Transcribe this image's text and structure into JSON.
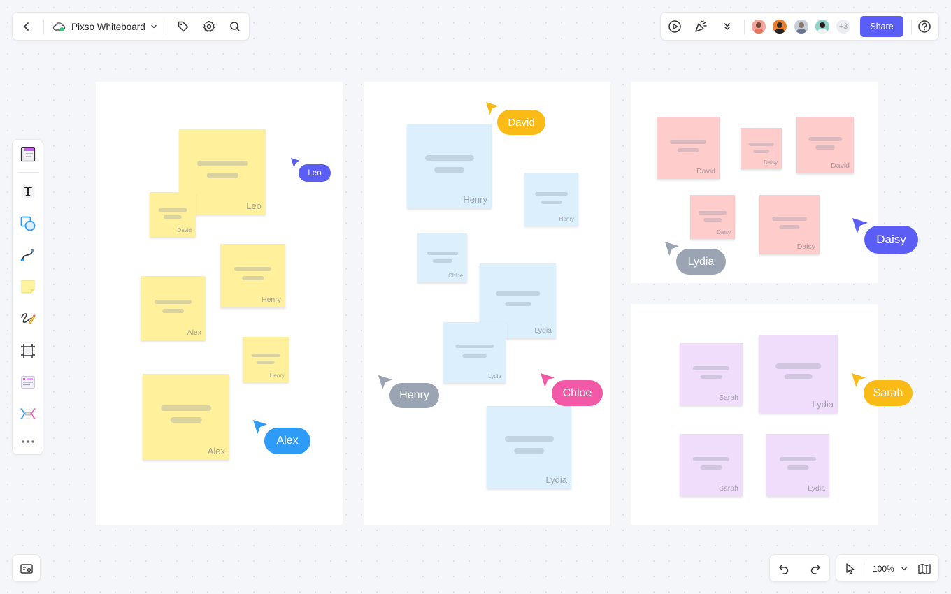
{
  "app": {
    "title": "Pixso Whiteboard"
  },
  "toolbar": {
    "share_label": "Share",
    "more_collaborators": "+3",
    "zoom_level": "100%"
  },
  "collaborators": [
    {
      "name": "avatar-1",
      "color": "#f4a39a"
    },
    {
      "name": "avatar-2",
      "color": "#e8802f"
    },
    {
      "name": "avatar-3",
      "color": "#9aa7c0"
    },
    {
      "name": "avatar-4",
      "color": "#6cc6b7"
    }
  ],
  "colors": {
    "accent": "#5b5ef4",
    "yellow": "#fff19c",
    "blue": "#dbf0fc",
    "red": "#ffcccc",
    "purple": "#f0ddfb"
  },
  "frames": [
    {
      "name": "frame-yellow"
    },
    {
      "name": "frame-blue"
    },
    {
      "name": "frame-red"
    },
    {
      "name": "frame-purple"
    }
  ],
  "notes": [
    {
      "author": "Leo",
      "color": "yellow",
      "size": "lg"
    },
    {
      "author": "David",
      "color": "yellow",
      "size": "sm"
    },
    {
      "author": "Henry",
      "color": "yellow",
      "size": "md"
    },
    {
      "author": "Alex",
      "color": "yellow",
      "size": "md"
    },
    {
      "author": "Henry",
      "color": "yellow",
      "size": "sm"
    },
    {
      "author": "Alex",
      "color": "yellow",
      "size": "lg"
    },
    {
      "author": "Henry",
      "color": "blue",
      "size": "lg"
    },
    {
      "author": "Henry",
      "color": "blue",
      "size": "sm"
    },
    {
      "author": "Chloe",
      "color": "blue",
      "size": "sm"
    },
    {
      "author": "Lydia",
      "color": "blue",
      "size": "md"
    },
    {
      "author": "Lydia",
      "color": "blue",
      "size": "sm"
    },
    {
      "author": "Lydia",
      "color": "blue",
      "size": "lg"
    },
    {
      "author": "David",
      "color": "red",
      "size": "md"
    },
    {
      "author": "Daisy",
      "color": "red",
      "size": "sm"
    },
    {
      "author": "David",
      "color": "red",
      "size": "md"
    },
    {
      "author": "Daisy",
      "color": "red",
      "size": "sm"
    },
    {
      "author": "Daisy",
      "color": "red",
      "size": "md"
    },
    {
      "author": "Sarah",
      "color": "purple",
      "size": "md"
    },
    {
      "author": "Lydia",
      "color": "purple",
      "size": "lg"
    },
    {
      "author": "Sarah",
      "color": "purple",
      "size": "md"
    },
    {
      "author": "Lydia",
      "color": "purple",
      "size": "md"
    }
  ],
  "cursors": [
    {
      "name": "Leo",
      "color": "#5b5ef4"
    },
    {
      "name": "David",
      "color": "#fbbb16"
    },
    {
      "name": "Alex",
      "color": "#2e9bf6"
    },
    {
      "name": "Henry",
      "color": "#9aa4b2"
    },
    {
      "name": "Chloe",
      "color": "#f25aa8"
    },
    {
      "name": "Lydia",
      "color": "#9aa4b2"
    },
    {
      "name": "Daisy",
      "color": "#5b5ef4"
    },
    {
      "name": "Sarah",
      "color": "#fbbb16"
    }
  ],
  "left_tools": [
    {
      "name": "page-tool-icon"
    },
    {
      "name": "text-tool-icon"
    },
    {
      "name": "shape-tool-icon"
    },
    {
      "name": "connector-tool-icon"
    },
    {
      "name": "sticky-note-tool-icon"
    },
    {
      "name": "pen-tool-icon"
    },
    {
      "name": "frame-tool-icon"
    },
    {
      "name": "template-tool-icon"
    },
    {
      "name": "mindmap-tool-icon"
    },
    {
      "name": "more-tools-icon"
    }
  ]
}
